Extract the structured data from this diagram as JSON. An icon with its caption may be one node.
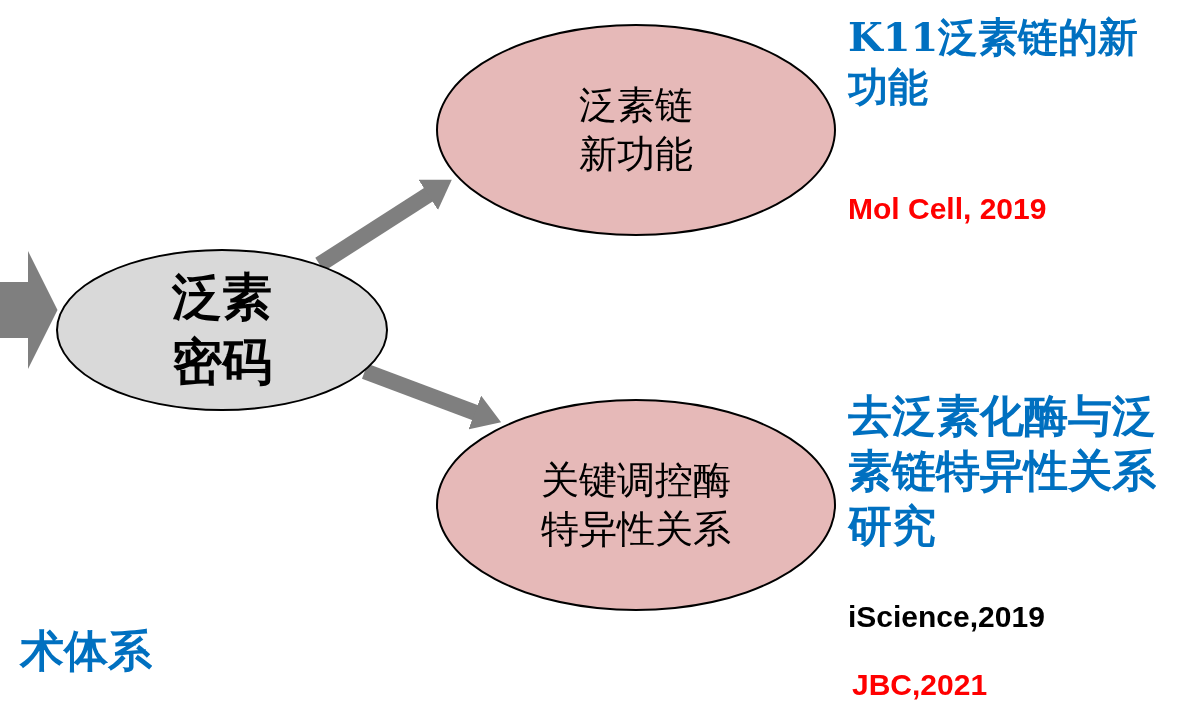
{
  "diagram": {
    "nodes": [
      {
        "text": [
          "泛素密码"
        ]
      },
      {
        "text": [
          "泛素链新功能"
        ],
        "beside": [
          "K11泛素链的新功能",
          "Mol Cell, 2019"
        ]
      },
      {
        "text": [
          "关键调控酶特异性关系"
        ],
        "beside": [
          "去泛素化酶与泛素链特异性关系研究",
          "iScience,2019",
          "JBC,2021"
        ]
      }
    ],
    "edges": [
      {
        "from": null,
        "to": 0,
        "arrow": "to",
        "style": "thick"
      },
      {
        "from": 0,
        "to": 1,
        "arrow": "to"
      },
      {
        "from": 0,
        "to": 2,
        "arrow": "to"
      }
    ],
    "labels": [
      "术体系"
    ]
  }
}
